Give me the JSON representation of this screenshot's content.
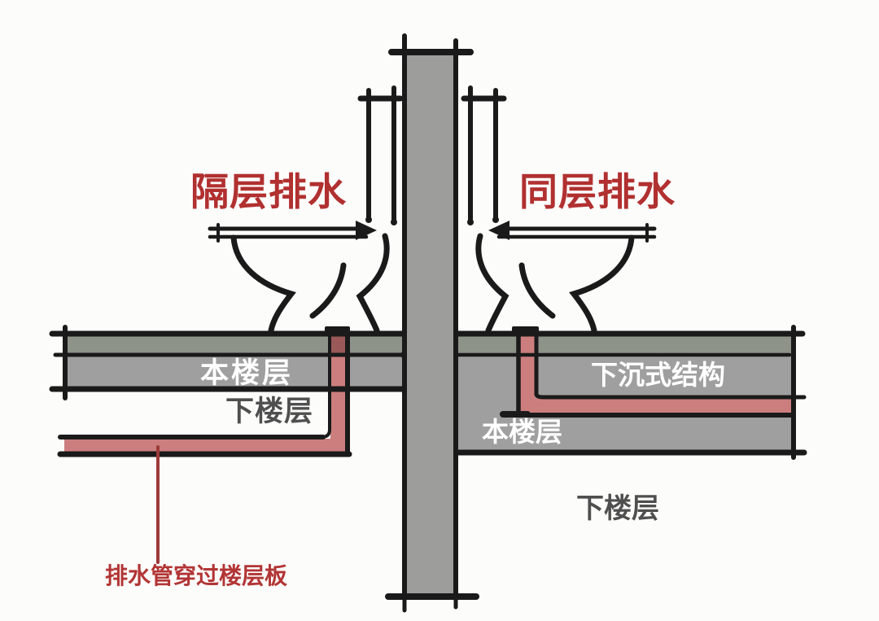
{
  "diagram": {
    "labels": {
      "left_system": "隔层排水",
      "right_system": "同层排水",
      "left_this_floor": "本楼层",
      "left_lower_floor": "下楼层",
      "right_sunken_structure": "下沉式结构",
      "right_this_floor": "本楼层",
      "right_lower_floor": "下楼层",
      "pipe_annotation": "排水管穿过楼层板"
    },
    "colors": {
      "title_red": "#b13030",
      "annotation_red": "#b23535",
      "leader_red": "#9c3a3a",
      "pipe_pink": "#cc7e7e",
      "pipe_dark_red": "#9a5858",
      "screed_green": "#8d9389",
      "slab_gray": "#9f9f9f",
      "wall_gray": "#9d9d9b",
      "ink_black": "#1a1a1a",
      "floor_text_white": "#ffffff",
      "floor_text_gray": "#4f4f4f"
    }
  }
}
